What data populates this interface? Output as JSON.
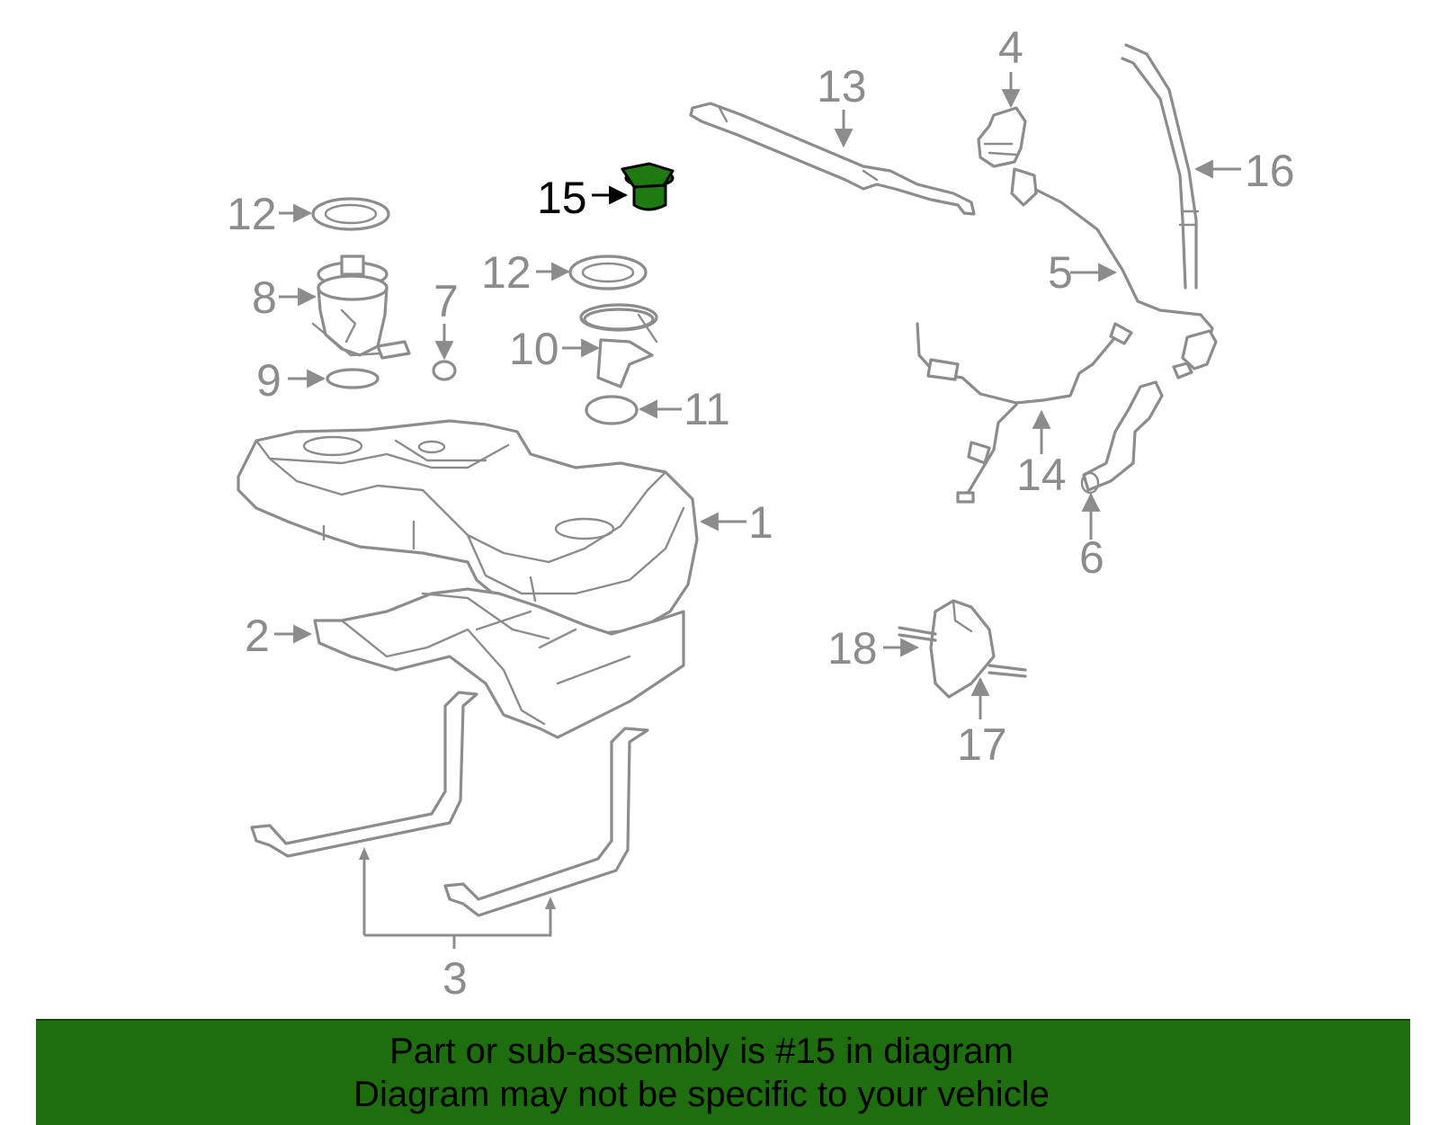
{
  "callouts": {
    "c1": "1",
    "c2": "2",
    "c3": "3",
    "c4": "4",
    "c5": "5",
    "c6": "6",
    "c7": "7",
    "c8": "8",
    "c9": "9",
    "c10": "10",
    "c11": "11",
    "c12a": "12",
    "c12b": "12",
    "c13": "13",
    "c14": "14",
    "c15": "15",
    "c16": "16",
    "c17": "17",
    "c18": "18"
  },
  "highlight": {
    "part": "15",
    "color": "#1e7a11"
  },
  "colors": {
    "line_art": "#8c8c8c",
    "banner": "#1e6e0f",
    "text_dark": "#000000"
  },
  "banner": {
    "line1": "Part or sub-assembly is #15 in diagram",
    "line2": "Diagram may not be specific to your vehicle"
  }
}
